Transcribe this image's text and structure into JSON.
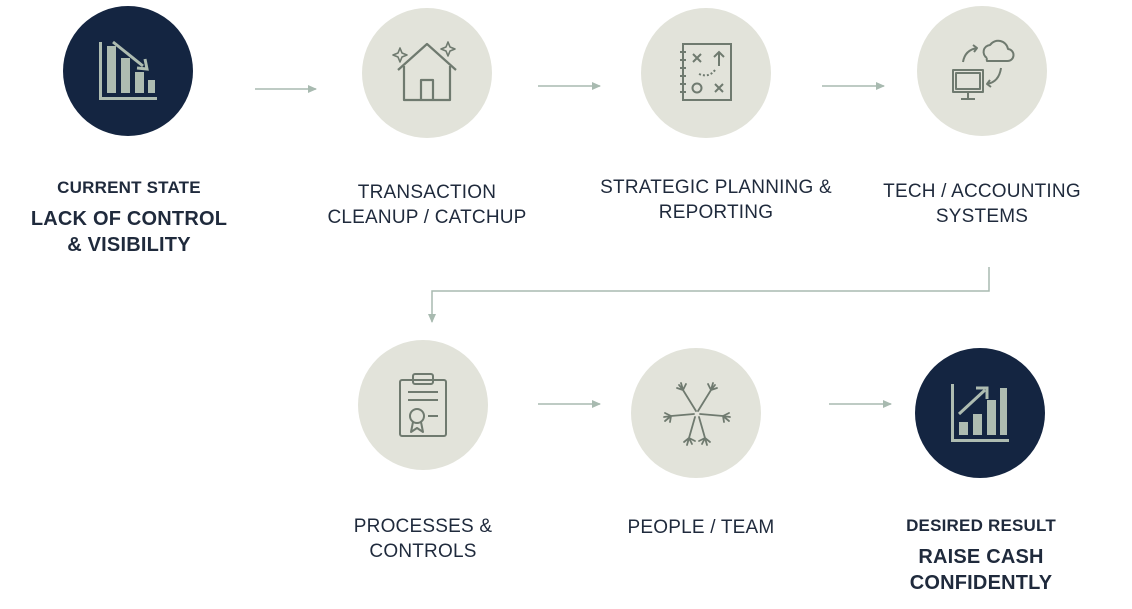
{
  "steps": [
    {
      "id": "current-state",
      "title": "CURRENT STATE",
      "lines": [
        "LACK OF CONTROL",
        "& VISIBILITY"
      ],
      "icon": "declining-chart-icon"
    },
    {
      "id": "transaction-cleanup",
      "lines": [
        "TRANSACTION",
        "CLEANUP / CATCHUP"
      ],
      "icon": "house-sparkle-icon"
    },
    {
      "id": "strategic-planning",
      "lines": [
        "STRATEGIC PLANNING &",
        "REPORTING"
      ],
      "icon": "strategy-board-icon"
    },
    {
      "id": "tech-accounting",
      "lines": [
        "TECH / ACCOUNTING",
        "SYSTEMS"
      ],
      "icon": "cloud-computer-icon"
    },
    {
      "id": "processes-controls",
      "lines": [
        "PROCESSES &",
        "CONTROLS"
      ],
      "icon": "clipboard-certificate-icon"
    },
    {
      "id": "people-team",
      "lines": [
        "PEOPLE / TEAM"
      ],
      "icon": "team-hands-icon"
    },
    {
      "id": "desired-result",
      "title": "DESIRED RESULT",
      "lines": [
        "RAISE CASH",
        "CONFIDENTLY"
      ],
      "icon": "growth-chart-icon"
    }
  ],
  "colors": {
    "dark_circle": "#142541",
    "light_circle": "#e2e3da",
    "icon_stroke_light": "#6f7a6f",
    "icon_fill_dark": "#aebcb1",
    "arrow": "#a8bab0",
    "text": "#1f2a3c"
  }
}
